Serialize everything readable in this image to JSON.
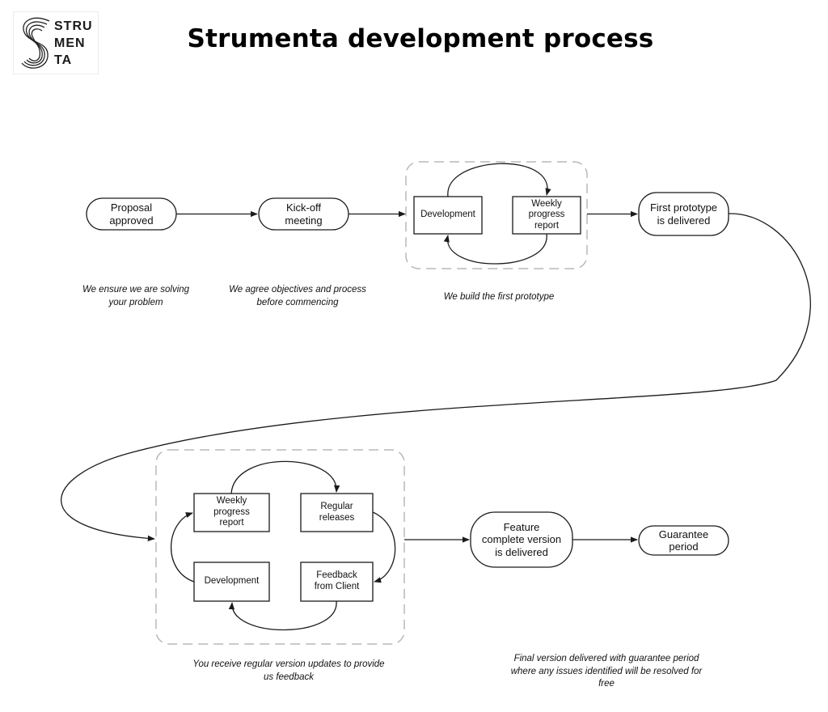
{
  "logo": {
    "lines": [
      "STRU",
      "MEN",
      "TA"
    ]
  },
  "title": "Strumenta development process",
  "nodes": {
    "proposal": "Proposal\napproved",
    "kickoff": "Kick-off\nmeeting",
    "dev1": "Development",
    "report1": "Weekly\nprogress\nreport",
    "prototype": "First prototype\nis delivered",
    "report2": "Weekly\nprogress\nreport",
    "releases": "Regular\nreleases",
    "dev2": "Development",
    "feedback": "Feedback\nfrom Client",
    "feature": "Feature\ncomplete version\nis delivered",
    "guarantee": "Guarantee\nperiod"
  },
  "captions": {
    "proposal": "We ensure we are solving\nyour problem",
    "kickoff": "We agree objectives and process\nbefore commencing",
    "prototype_loop": "We build the first prototype",
    "release_loop": "You receive regular version updates to provide\nus feedback",
    "guarantee": "Final version delivered with guarantee period\nwhere any issues identified will be resolved for\nfree"
  },
  "colors": {
    "stroke": "#1a1a1a",
    "dashed_group": "#b8b8b8",
    "text": "#111111"
  }
}
